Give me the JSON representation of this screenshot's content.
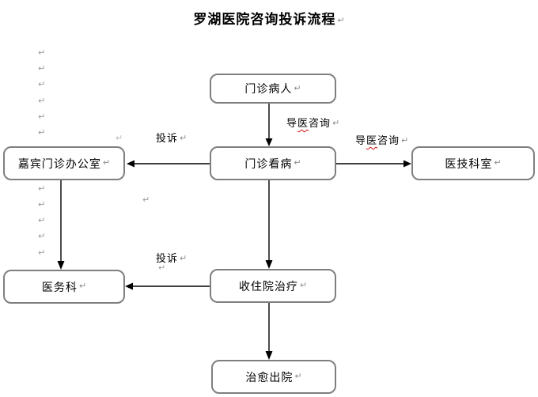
{
  "title": "罗湖医院咨询投诉流程",
  "marks": {
    "return_glyph": "↵"
  },
  "colors": {
    "node_border": "#7f7f7f",
    "arrow": "#000000",
    "return_mark": "#9a9a9a",
    "spellcheck_underline": "#d01010"
  },
  "flowchart": {
    "nodes": {
      "outpatient_patient": {
        "label": "门诊病人"
      },
      "outpatient_visit": {
        "label": "门诊看病"
      },
      "vip_clinic_office": {
        "label": "嘉宾门诊办公室"
      },
      "medical_tech_dept": {
        "label": "医技科室"
      },
      "hospitalization": {
        "label": "收住院治疗"
      },
      "medical_affairs": {
        "label": "医务科"
      },
      "discharge": {
        "label": "治愈出院"
      }
    },
    "edge_labels": {
      "guide_consult_1": {
        "pre": "导",
        "misspelled": "医",
        "post": "咨询"
      },
      "guide_consult_2": {
        "pre": "导",
        "misspelled": "医",
        "post": "咨询"
      },
      "complaint_1": "投诉",
      "complaint_2": "投诉"
    },
    "edges": [
      {
        "from": "outpatient_patient",
        "to": "outpatient_visit",
        "label": "导医咨询"
      },
      {
        "from": "outpatient_visit",
        "to": "vip_clinic_office",
        "label": "投诉"
      },
      {
        "from": "outpatient_visit",
        "to": "medical_tech_dept",
        "label": "导医咨询"
      },
      {
        "from": "outpatient_visit",
        "to": "hospitalization",
        "label": ""
      },
      {
        "from": "vip_clinic_office",
        "to": "medical_affairs",
        "label": ""
      },
      {
        "from": "hospitalization",
        "to": "medical_affairs",
        "label": "投诉"
      },
      {
        "from": "hospitalization",
        "to": "discharge",
        "label": ""
      }
    ]
  }
}
